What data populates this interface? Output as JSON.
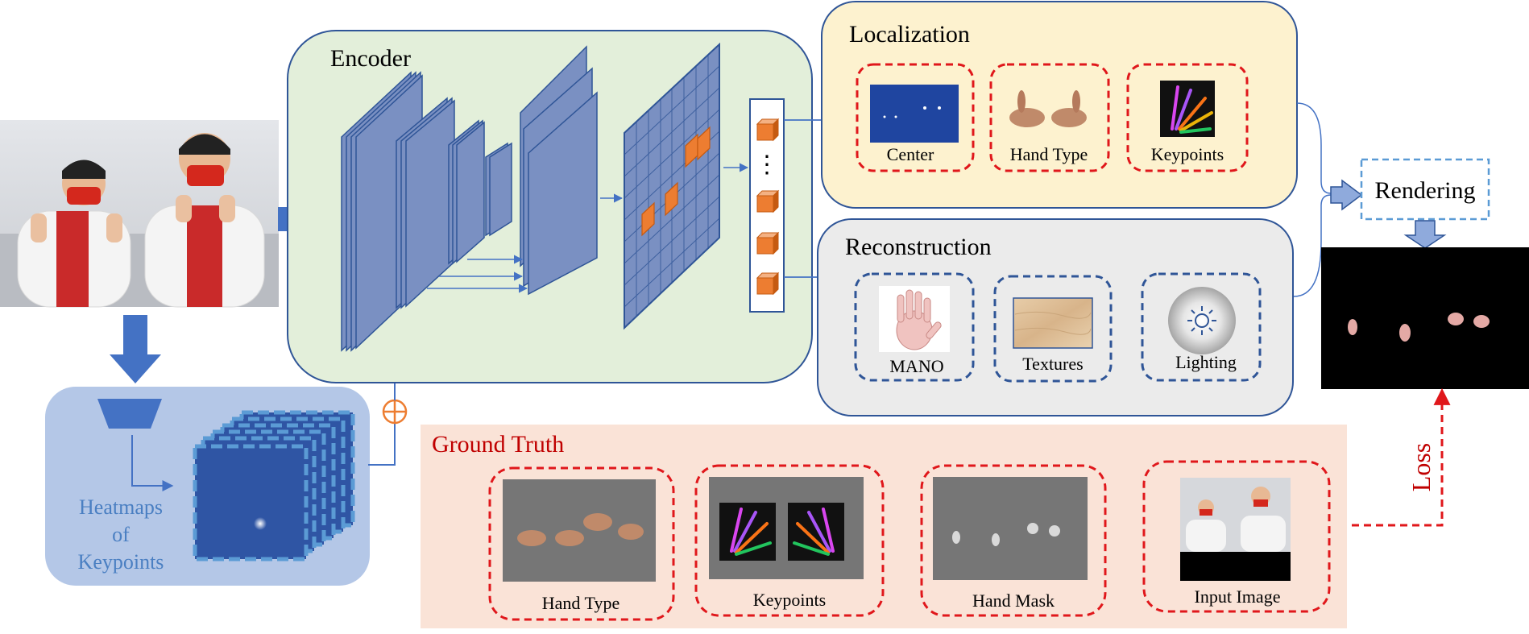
{
  "encoder": {
    "title": "Encoder"
  },
  "localization": {
    "title": "Localization",
    "items": [
      "Center",
      "Hand Type",
      "Keypoints"
    ]
  },
  "reconstruction": {
    "title": "Reconstruction",
    "items": [
      "MANO",
      "Textures",
      "Lighting"
    ]
  },
  "rendering": {
    "label": "Rendering"
  },
  "loss": {
    "label": "Loss"
  },
  "heatmaps": {
    "line1": "Heatmaps",
    "line2": "of",
    "line3": "Keypoints"
  },
  "ground_truth": {
    "title": "Ground Truth",
    "items": [
      "Hand Type",
      "Keypoints",
      "Hand Mask",
      "Input Image"
    ]
  },
  "feature_ellipsis": "⋮",
  "plus_symbol": "⊕",
  "colors": {
    "encoder_bg": "#e3efda",
    "localization_bg": "#fdf2cf",
    "reconstruction_bg": "#ebebeb",
    "heatmap_bg": "#b4c7e7",
    "ground_truth_bg": "#fae3d7",
    "panel_border": "#2f5597",
    "red_dash": "#e0171b",
    "blue_dash": "#2f5597",
    "layer_fill": "#7a90c2",
    "cube_fill": "#ed7d31",
    "arrow_blue": "#4472c4",
    "gt_title": "#c00000",
    "heatmap_text": "#4a7fc2"
  }
}
